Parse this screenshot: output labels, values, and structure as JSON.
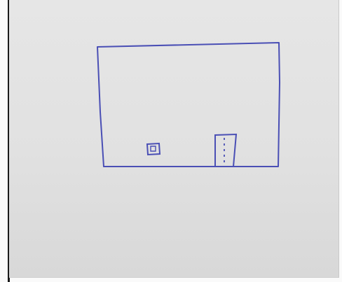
{
  "sketch": {
    "ink_color": "#4a4fb5",
    "paper_color": "#e3e3e3",
    "elements": [
      {
        "kind": "rectangle",
        "icon": "frame-rectangle"
      },
      {
        "kind": "small-square",
        "icon": "small-square-icon"
      },
      {
        "kind": "tall-rectangle-dotted",
        "icon": "dotted-bar-icon"
      }
    ]
  }
}
